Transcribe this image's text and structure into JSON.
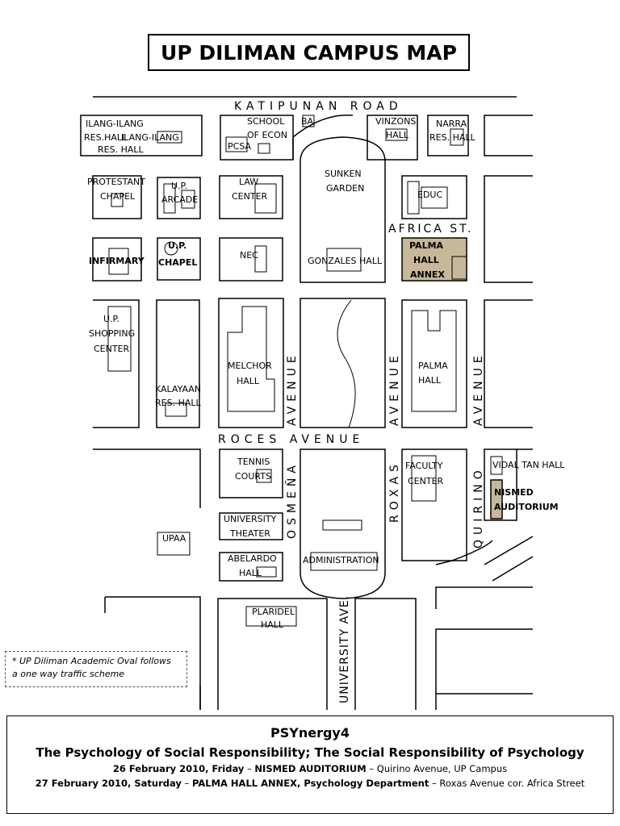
{
  "title": "UP DILIMAN CAMPUS MAP",
  "roads": {
    "katipunan": "KATIPUNAN ROAD",
    "africa": "AFRICA ST.",
    "roces": "ROCES AVENUE",
    "osmena": "OSMEÑA",
    "roxas": "ROXAS",
    "quirino": "QUIRINO",
    "avenue": "AVENUE",
    "university": "UNIVERSITY AVE."
  },
  "buildings": {
    "ilang1": "ILANG-ILANG",
    "ilang2": "RES.HALL",
    "ilang3": "ILANG-ILANG",
    "ilang4": "RES. HALL",
    "school1": "SCHOOL",
    "school2": "OF ECON",
    "ba": "BA",
    "pcsa": "PCSA",
    "vinzons1": "VINZONS",
    "vinzons2": "HALL",
    "narra1": "NARRA",
    "narra2": "RES. HALL",
    "protestant1": "PROTESTANT",
    "protestant2": "CHAPEL",
    "arcade1": "U.P.",
    "arcade2": "ARCADE",
    "law1": "LAW",
    "law2": "CENTER",
    "sunken1": "SUNKEN",
    "sunken2": "GARDEN",
    "educ": "EDUC",
    "infirmary": "INFIRMARY",
    "chapel1": "U.P.",
    "chapel2": "CHAPEL",
    "nec": "NEC",
    "gonzales": "GONZALES HALL",
    "palmaannex1": "PALMA",
    "palmaannex2": "HALL",
    "palmaannex3": "ANNEX",
    "shopping1": "U.P.",
    "shopping2": "SHOPPING",
    "shopping3": "CENTER",
    "kalayaan1": "KALAYAAN",
    "kalayaan2": "RES. HALL",
    "melchor1": "MELCHOR",
    "melchor2": "HALL",
    "palma1": "PALMA",
    "palma2": "HALL",
    "tennis1": "TENNIS",
    "tennis2": "COURTS",
    "faculty1": "FACULTY",
    "faculty2": "CENTER",
    "vidaltan": "VIDAL TAN HALL",
    "nismed1": "NISMED",
    "nismed2": "AUDITORIUM",
    "theater1": "UNIVERSITY",
    "theater2": "THEATER",
    "upaa": "UPAA",
    "abelardo1": "ABELARDO",
    "abelardo2": "HALL",
    "admin": "ADMINISTRATION",
    "plaridel1": "PLARIDEL",
    "plaridel2": "HALL"
  },
  "colors": {
    "highlight": "#c8b89a"
  },
  "note": {
    "line1": "* UP Diliman Academic Oval follows",
    "line2": "a one way traffic scheme"
  },
  "footer": {
    "title": "PSYnergy4",
    "subtitle": "The Psychology of Social Responsibility; The Social Responsibility of Psychology",
    "event1_date": "26 February 2010, Friday",
    "event1_dash": " – ",
    "event1_venue": "NISMED AUDITORIUM",
    "event1_loc": " – Quirino Avenue, UP Campus",
    "event2_date": "27 February 2010, Saturday",
    "event2_dash": " – ",
    "event2_venue": "PALMA HALL ANNEX, Psychology Department",
    "event2_loc": " – Roxas Avenue cor. Africa Street"
  }
}
